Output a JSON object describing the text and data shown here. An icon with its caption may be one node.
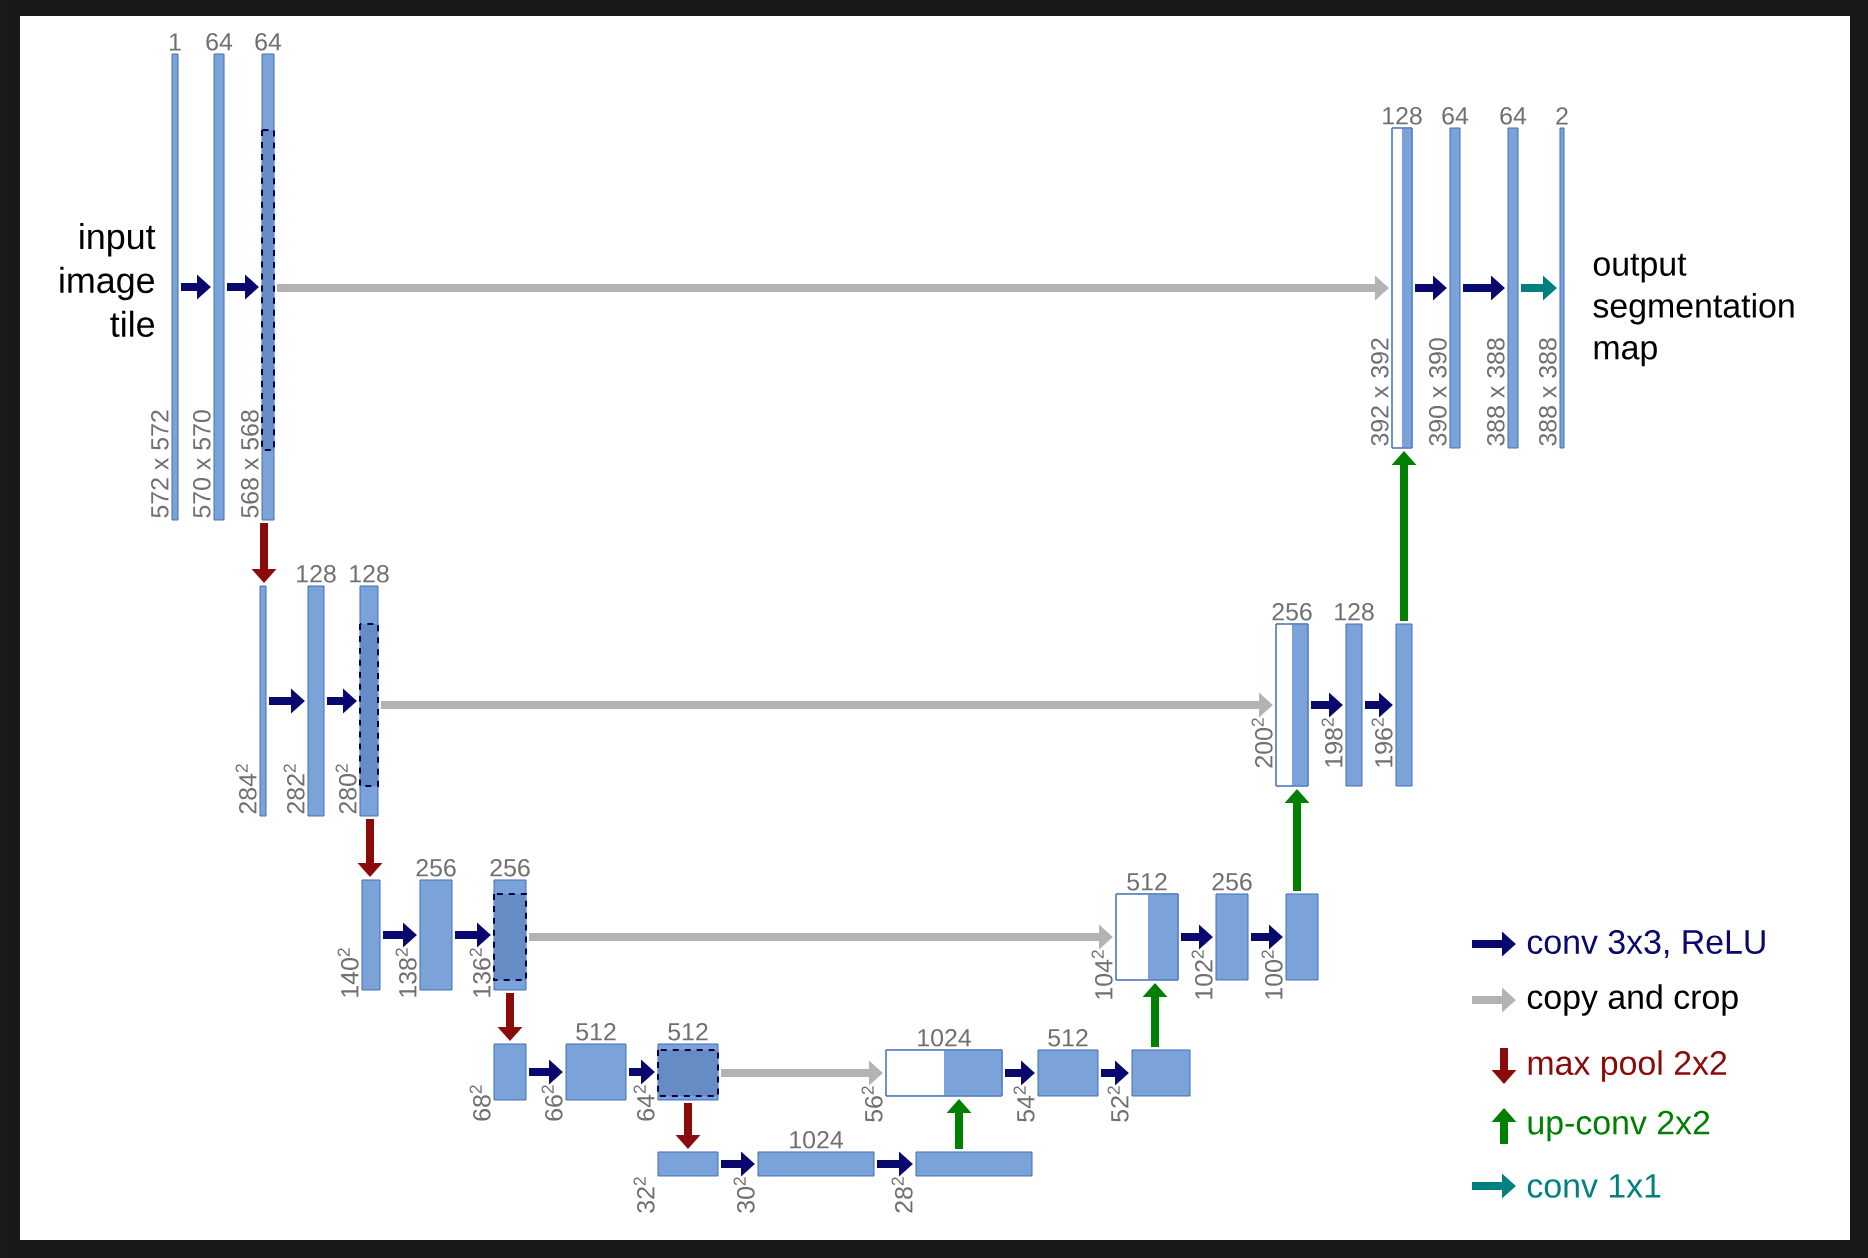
{
  "diagram": {
    "nodes": [
      {
        "text": [
          "input image tile"
        ]
      },
      {
        "text": [
          "1"
        ],
        "beside": [
          "572 x 572"
        ]
      },
      {
        "text": [
          "64"
        ],
        "beside": [
          "570 x 570"
        ]
      },
      {
        "text": [
          "64"
        ],
        "beside": [
          "568 x 568"
        ]
      },
      {
        "text": [],
        "shape": "bar",
        "beside": [
          "284$^{2}$"
        ]
      },
      {
        "text": [
          "128"
        ],
        "beside": [
          "282$^{2}$"
        ]
      },
      {
        "text": [
          "128"
        ],
        "beside": [
          "280$^{2}$"
        ]
      },
      {
        "text": [],
        "shape": "bar",
        "beside": [
          "140$^{2}$"
        ]
      },
      {
        "text": [
          "256"
        ],
        "beside": [
          "138$^{2}$"
        ]
      },
      {
        "text": [
          "256"
        ],
        "beside": [
          "136$^{2}$"
        ]
      },
      {
        "text": [],
        "shape": "bar",
        "beside": [
          "68$^{2}$"
        ]
      },
      {
        "text": [
          "512"
        ],
        "beside": [
          "66$^{2}$"
        ]
      },
      {
        "text": [
          "512"
        ],
        "beside": [
          "64$^{2}$"
        ]
      },
      {
        "text": [],
        "shape": "bar",
        "beside": [
          "32$^{2}$"
        ]
      },
      {
        "text": [
          "1024"
        ],
        "beside": [
          "30$^{2}$"
        ]
      },
      {
        "text": [],
        "shape": "bar",
        "beside": [
          "28$^{2}$"
        ]
      },
      {
        "text": [
          "1024"
        ],
        "beside": [
          "56$^{2}$"
        ]
      },
      {
        "text": [
          "512"
        ],
        "beside": [
          "54$^{2}$"
        ]
      },
      {
        "text": [],
        "shape": "bar",
        "beside": [
          "52$^{2}$"
        ]
      },
      {
        "text": [
          "512"
        ],
        "beside": [
          "104$^{2}$"
        ]
      },
      {
        "text": [
          "256"
        ],
        "beside": [
          "102$^{2}$"
        ]
      },
      {
        "text": [],
        "shape": "bar",
        "beside": [
          "100$^{2}$"
        ]
      },
      {
        "text": [
          "256"
        ],
        "beside": [
          "200$^{2}$"
        ]
      },
      {
        "text": [
          "128"
        ],
        "beside": [
          "198$^{2}$"
        ]
      },
      {
        "text": [],
        "shape": "bar",
        "beside": [
          "196$^{2}$"
        ]
      },
      {
        "text": [
          "128"
        ],
        "beside": [
          "392 x 392"
        ]
      },
      {
        "text": [
          "64"
        ],
        "beside": [
          "390 x 390"
        ]
      },
      {
        "text": [
          "64"
        ],
        "beside": [
          "388 x 388"
        ]
      },
      {
        "text": [
          "2"
        ],
        "beside": [
          "388 x 388"
        ]
      },
      {
        "text": [
          "output segmentation map"
        ]
      }
    ],
    "edges": [
      {
        "from": 1,
        "to": 2,
        "arrow": "to"
      },
      {
        "from": 2,
        "to": 3,
        "arrow": "to"
      },
      {
        "from": 3,
        "to": 25,
        "arrow": "to",
        "color": "#b3b3b3"
      },
      {
        "from": 3,
        "to": 4,
        "arrow": "to",
        "color": "#8b0b0b"
      },
      {
        "from": 4,
        "to": 5,
        "arrow": "to"
      },
      {
        "from": 5,
        "to": 6,
        "arrow": "to"
      },
      {
        "from": 6,
        "to": 22,
        "arrow": "to",
        "color": "#b3b3b3"
      },
      {
        "from": 6,
        "to": 7,
        "arrow": "to",
        "color": "#8b0b0b"
      },
      {
        "from": 7,
        "to": 8,
        "arrow": "to"
      },
      {
        "from": 8,
        "to": 9,
        "arrow": "to"
      },
      {
        "from": 9,
        "to": 19,
        "arrow": "to",
        "color": "#b3b3b3"
      },
      {
        "from": 9,
        "to": 10,
        "arrow": "to",
        "color": "#8b0b0b"
      },
      {
        "from": 10,
        "to": 11,
        "arrow": "to"
      },
      {
        "from": 11,
        "to": 12,
        "arrow": "to"
      },
      {
        "from": 12,
        "to": 16,
        "arrow": "to",
        "color": "#b3b3b3"
      },
      {
        "from": 12,
        "to": 13,
        "arrow": "to",
        "color": "#8b0b0b"
      },
      {
        "from": 13,
        "to": 14,
        "arrow": "to"
      },
      {
        "from": 14,
        "to": 15,
        "arrow": "to"
      },
      {
        "from": 15,
        "to": 16,
        "arrow": "to",
        "color": "#008000"
      },
      {
        "from": 16,
        "to": 17,
        "arrow": "to"
      },
      {
        "from": 17,
        "to": 18,
        "arrow": "to"
      },
      {
        "from": 18,
        "to": 19,
        "arrow": "to",
        "color": "#008000"
      },
      {
        "from": 19,
        "to": 20,
        "arrow": "to"
      },
      {
        "from": 20,
        "to": 21,
        "arrow": "to"
      },
      {
        "from": 21,
        "to": 22,
        "arrow": "to",
        "color": "#008000"
      },
      {
        "from": 22,
        "to": 23,
        "arrow": "to"
      },
      {
        "from": 23,
        "to": 24,
        "arrow": "to"
      },
      {
        "from": 24,
        "to": 25,
        "arrow": "to",
        "color": "#008000"
      },
      {
        "from": 25,
        "to": 26,
        "arrow": "to"
      },
      {
        "from": 26,
        "to": 27,
        "arrow": "to"
      },
      {
        "from": 27,
        "to": 28,
        "arrow": "to",
        "color": "#008080"
      }
    ],
    "legend": [
      {
        "text": "conv 3x3, ReLU"
      },
      {
        "text": "copy and crop"
      },
      {
        "text": "max pool 2x2"
      },
      {
        "text": "up-conv 2x2"
      },
      {
        "text": "conv 1x1"
      }
    ]
  }
}
